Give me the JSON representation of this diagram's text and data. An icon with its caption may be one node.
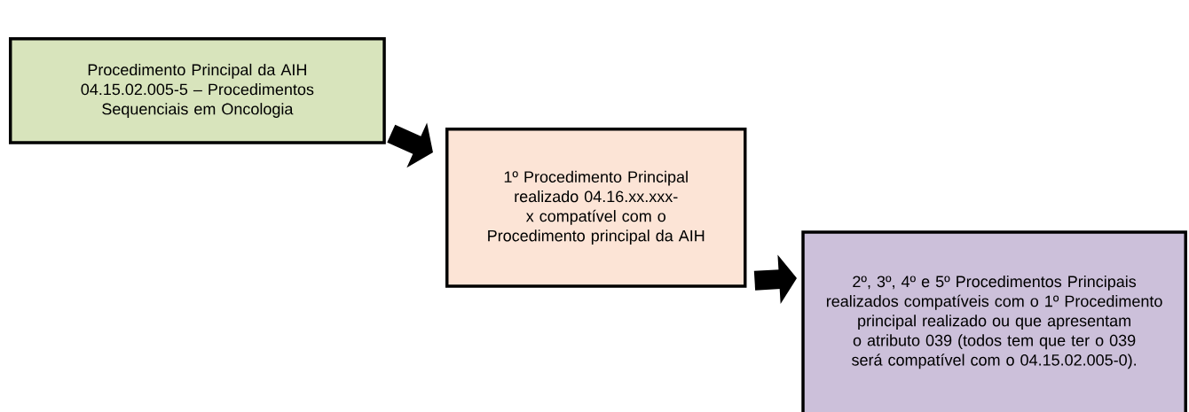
{
  "diagram": {
    "nodes": [
      {
        "text": [
          "Procedimento Principal da AIH 04.15.02.005-5 – Procedimentos Sequenciais em Oncologia"
        ]
      },
      {
        "text": [
          "1º Procedimento Principal realizado 04.16.xx.xxx-x compatível com o Procedimento principal da AIH"
        ]
      },
      {
        "text": [
          "2º, 3º, 4º e 5º Procedimentos Principais realizados compatíveis com o 1º Procedimento principal realizado ou que apresentam o atributo 039 (todos tem que ter o 039 será compatível com o 04.15.02.005-0)."
        ]
      }
    ],
    "edges": [
      {
        "from": 0,
        "to": 1,
        "arrow": "to"
      },
      {
        "from": 1,
        "to": 2,
        "arrow": "to"
      }
    ]
  }
}
